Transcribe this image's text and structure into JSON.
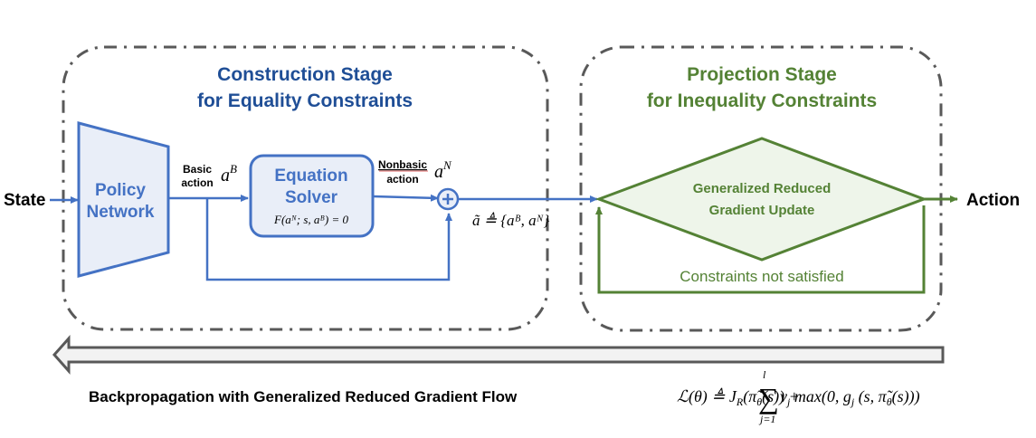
{
  "inputs": {
    "state_label": "State"
  },
  "outputs": {
    "action_label": "Action"
  },
  "construction_stage": {
    "title_line1": "Construction Stage",
    "title_line2": "for Equality Constraints",
    "policy_network": {
      "line1": "Policy",
      "line2": "Network"
    },
    "basic_action": {
      "line1": "Basic",
      "line2": "action",
      "symbol": "a",
      "sup": "B"
    },
    "equation_solver": {
      "line1": "Equation",
      "line2": "Solver",
      "equation": "F(aᴺ; s, aᴮ) = 0"
    },
    "nonbasic_action": {
      "line1": "Nonbasic",
      "line2": "action",
      "symbol": "a",
      "sup": "N"
    },
    "sum_node": {
      "symbol": "+"
    }
  },
  "combined_action": {
    "text": "ã ≜ {aᴮ, aᴺ}"
  },
  "projection_stage": {
    "title_line1": "Projection Stage",
    "title_line2": "for Inequality Constraints",
    "grg_update": {
      "line1": "Generalized Reduced",
      "line2": "Gradient Update"
    },
    "loop_label": "Constraints not satisfied"
  },
  "backpropagation": {
    "label": "Backpropagation with Generalized Reduced Gradient Flow",
    "loss_lhs": "ℒ(θ) ≜ J",
    "loss_sub_R": "R",
    "loss_mid": "(π̃",
    "loss_sub_theta": "θ",
    "loss_mid2": "(s)) +",
    "sum_symbol": "∑",
    "sum_upper": "l",
    "sum_lower": "j=1",
    "loss_rhs1": "ν",
    "loss_sub_j": "j",
    "loss_rhs2": " max(0, g",
    "loss_sub_j2": "j",
    "loss_rhs3": " (s, π̃",
    "loss_sub_theta2": "θ",
    "loss_rhs4": "(s)))"
  },
  "colors": {
    "blue": "#4472c4",
    "blue_dark": "#1f4e96",
    "blue_fill": "#e9eef8",
    "green": "#548235",
    "green_fill": "#eef5ea",
    "border_gray": "#595959",
    "arrow_fill": "#f2f2f2"
  }
}
